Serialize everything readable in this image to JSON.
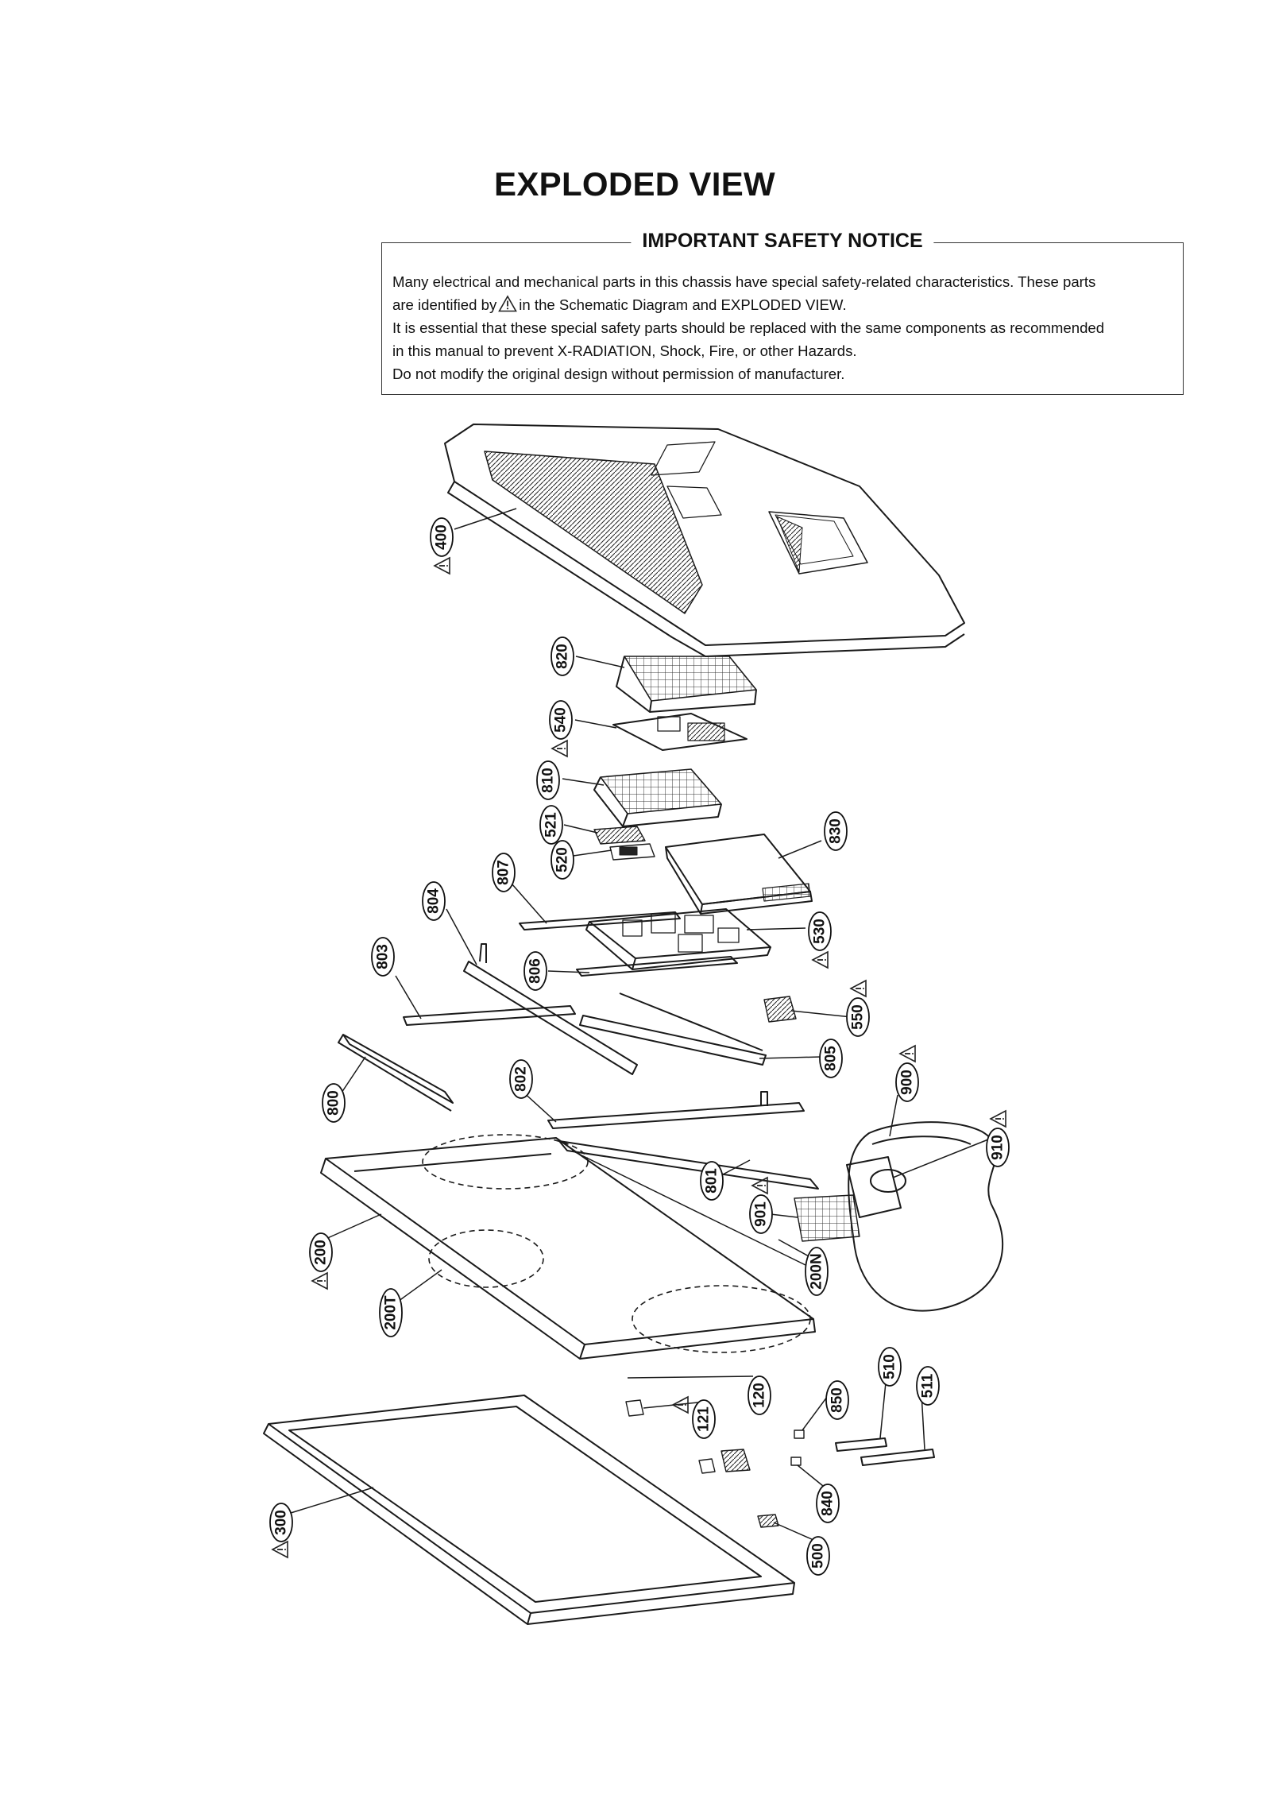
{
  "page": {
    "title": "EXPLODED VIEW"
  },
  "notice": {
    "heading": "IMPORTANT SAFETY NOTICE",
    "line1": "Many electrical and mechanical parts in this chassis have special safety-related characteristics. These parts",
    "line2_before": "are identified by",
    "line2_after": "in the Schematic Diagram and EXPLODED VIEW.",
    "line3": "It is essential that these special safety parts should be replaced with the same components as recommended",
    "line4": "in this manual to prevent X-RADIATION, Shock, Fire, or other Hazards.",
    "line5": "Do not modify the original design without permission of manufacturer."
  },
  "diagram": {
    "warning_symbol": "warning-triangle-icon",
    "callouts": [
      {
        "id": "p400",
        "label": "400",
        "safety": true
      },
      {
        "id": "p820",
        "label": "820",
        "safety": false
      },
      {
        "id": "p540",
        "label": "540",
        "safety": true
      },
      {
        "id": "p810",
        "label": "810",
        "safety": false
      },
      {
        "id": "p521",
        "label": "521",
        "safety": false
      },
      {
        "id": "p520",
        "label": "520",
        "safety": false
      },
      {
        "id": "p830",
        "label": "830",
        "safety": false
      },
      {
        "id": "p807",
        "label": "807",
        "safety": false
      },
      {
        "id": "p804",
        "label": "804",
        "safety": false
      },
      {
        "id": "p530",
        "label": "530",
        "safety": true
      },
      {
        "id": "p803",
        "label": "803",
        "safety": false
      },
      {
        "id": "p806",
        "label": "806",
        "safety": false
      },
      {
        "id": "p550",
        "label": "550",
        "safety": true
      },
      {
        "id": "p805",
        "label": "805",
        "safety": false
      },
      {
        "id": "p900",
        "label": "900",
        "safety": true
      },
      {
        "id": "p800",
        "label": "800",
        "safety": false
      },
      {
        "id": "p802",
        "label": "802",
        "safety": false
      },
      {
        "id": "p910",
        "label": "910",
        "safety": true
      },
      {
        "id": "p801",
        "label": "801",
        "safety": false
      },
      {
        "id": "p901",
        "label": "901",
        "safety": true
      },
      {
        "id": "p200",
        "label": "200",
        "safety": true
      },
      {
        "id": "p200N",
        "label": "200N",
        "safety": false
      },
      {
        "id": "p200T",
        "label": "200T",
        "safety": false
      },
      {
        "id": "p120",
        "label": "120",
        "safety": false
      },
      {
        "id": "p121",
        "label": "121",
        "safety": true
      },
      {
        "id": "p850",
        "label": "850",
        "safety": false
      },
      {
        "id": "p510",
        "label": "510",
        "safety": false
      },
      {
        "id": "p511",
        "label": "511",
        "safety": false
      },
      {
        "id": "p840",
        "label": "840",
        "safety": false
      },
      {
        "id": "p300",
        "label": "300",
        "safety": true
      },
      {
        "id": "p500",
        "label": "500",
        "safety": false
      }
    ]
  }
}
